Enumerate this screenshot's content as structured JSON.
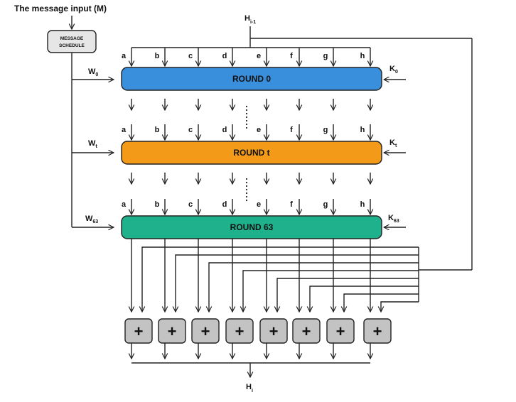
{
  "title": "The message input (M)",
  "schedule": {
    "line1": "MESSAGE",
    "line2": "SCHEDULE"
  },
  "h_in": {
    "main": "H",
    "sub": "i-1"
  },
  "h_out": {
    "main": "H",
    "sub": "i"
  },
  "vars": [
    "a",
    "b",
    "c",
    "d",
    "e",
    "f",
    "g",
    "h"
  ],
  "rounds": [
    {
      "label": "ROUND 0",
      "w": "W",
      "w_sub": "0",
      "k": "K",
      "k_sub": "0",
      "color": "#3a8fdc"
    },
    {
      "label": "ROUND t",
      "w": "W",
      "w_sub": "t",
      "k": "K",
      "k_sub": "t",
      "color": "#f39a19"
    },
    {
      "label": "ROUND 63",
      "w": "W",
      "w_sub": "63",
      "k": "K",
      "k_sub": "63",
      "color": "#1fb08c"
    }
  ],
  "adder_symbol": "+",
  "adder_count": 8,
  "colors": {
    "adder_fill": "#c3c3c3",
    "schedule_fill": "#e6e6e6",
    "stroke": "#222222"
  }
}
